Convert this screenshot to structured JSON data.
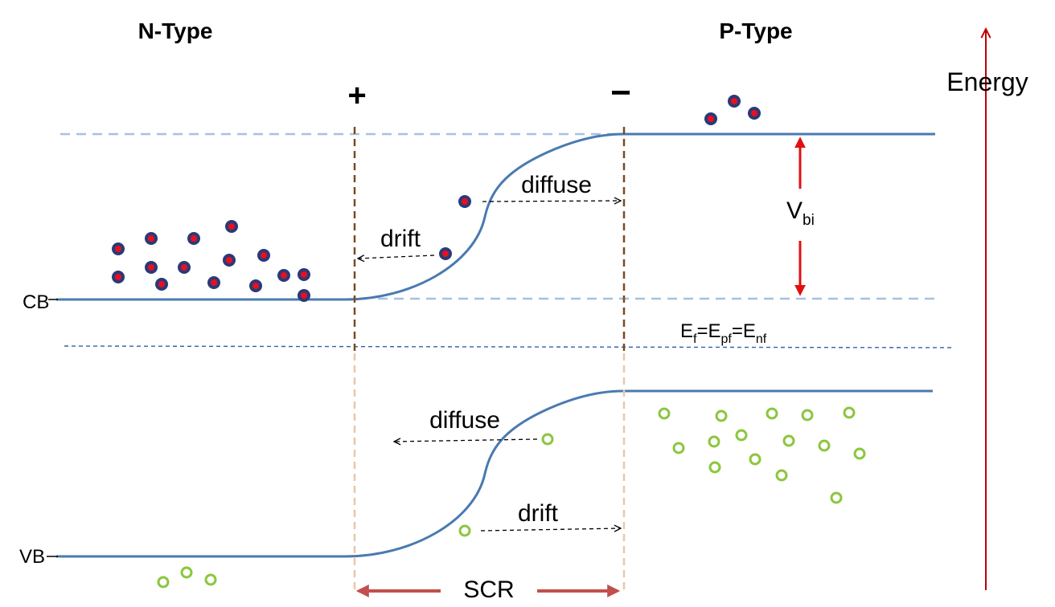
{
  "labels": {
    "n_type": "N-Type",
    "p_type": "P-Type",
    "energy": "Energy",
    "plus": "+",
    "minus": "−",
    "cb": "CB",
    "vb": "VB",
    "scr": "SCR",
    "vbi_main": "V",
    "vbi_sub": "bi",
    "fermi": {
      "e1": "E",
      "s1": "f",
      "eq1": "=E",
      "s2": "pf",
      "eq2": "=E",
      "s3": "nf"
    },
    "cb_diffuse": "diffuse",
    "cb_drift": "drift",
    "vb_diffuse": "diffuse",
    "vb_drift": "drift"
  },
  "colors": {
    "band": "#4a7ab0",
    "electron_fill": "#e8101e",
    "electron_ring": "#2a3a78",
    "hole": "#8cc63f",
    "red_arrow": "#e01010",
    "energy_arrow": "#c00000",
    "scr_arrow": "#c0504d",
    "dash_top": "#7a4a20",
    "dash_bottom": "#e8c8a8",
    "fermi_line": "#3060b0",
    "ref_dash": "#a8c0e0"
  }
}
